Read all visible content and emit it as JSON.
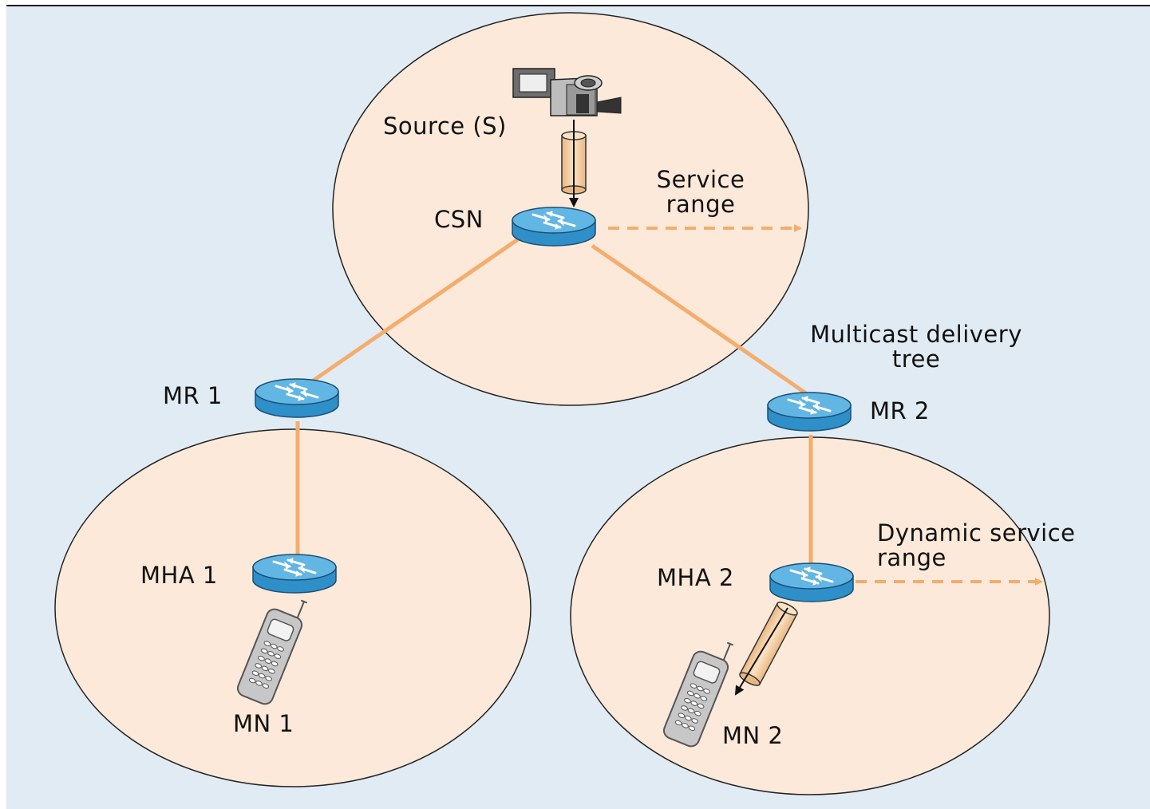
{
  "labels": {
    "source": "Source (S)",
    "service_range_line1": "Service",
    "service_range_line2": "range",
    "csn": "CSN",
    "multicast_line1": "Multicast delivery",
    "multicast_line2": "tree",
    "mr1": "MR 1",
    "mr2": "MR 2",
    "mha1": "MHA 1",
    "mha2": "MHA 2",
    "dynamic_line1": "Dynamic service",
    "dynamic_line2": "range",
    "mn1": "MN 1",
    "mn2": "MN 2"
  },
  "colors": {
    "background": "#e1ebf4",
    "region_fill": "#fde9d9",
    "link": "#f4ad6e",
    "router_body": "#2f8fc8",
    "router_top": "#62b6e3",
    "tunnel_fill": "#f7d3aa"
  }
}
